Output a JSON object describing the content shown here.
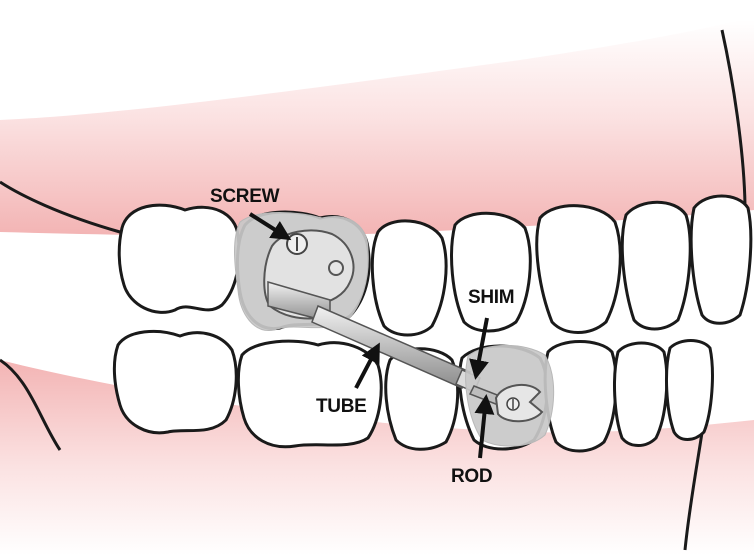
{
  "labels": {
    "screw": "SCREW",
    "shim": "SHIM",
    "tube": "TUBE",
    "rod": "ROD"
  },
  "colors": {
    "gum": "#f4b7b7",
    "gum_light": "#ffffff",
    "tooth": "#ffffff",
    "outline": "#1a1a1a",
    "appliance_pad": "#c8c8c8",
    "metal_dark": "#9a9a9a",
    "metal_light": "#e6e6e6",
    "arrow": "#111111"
  }
}
